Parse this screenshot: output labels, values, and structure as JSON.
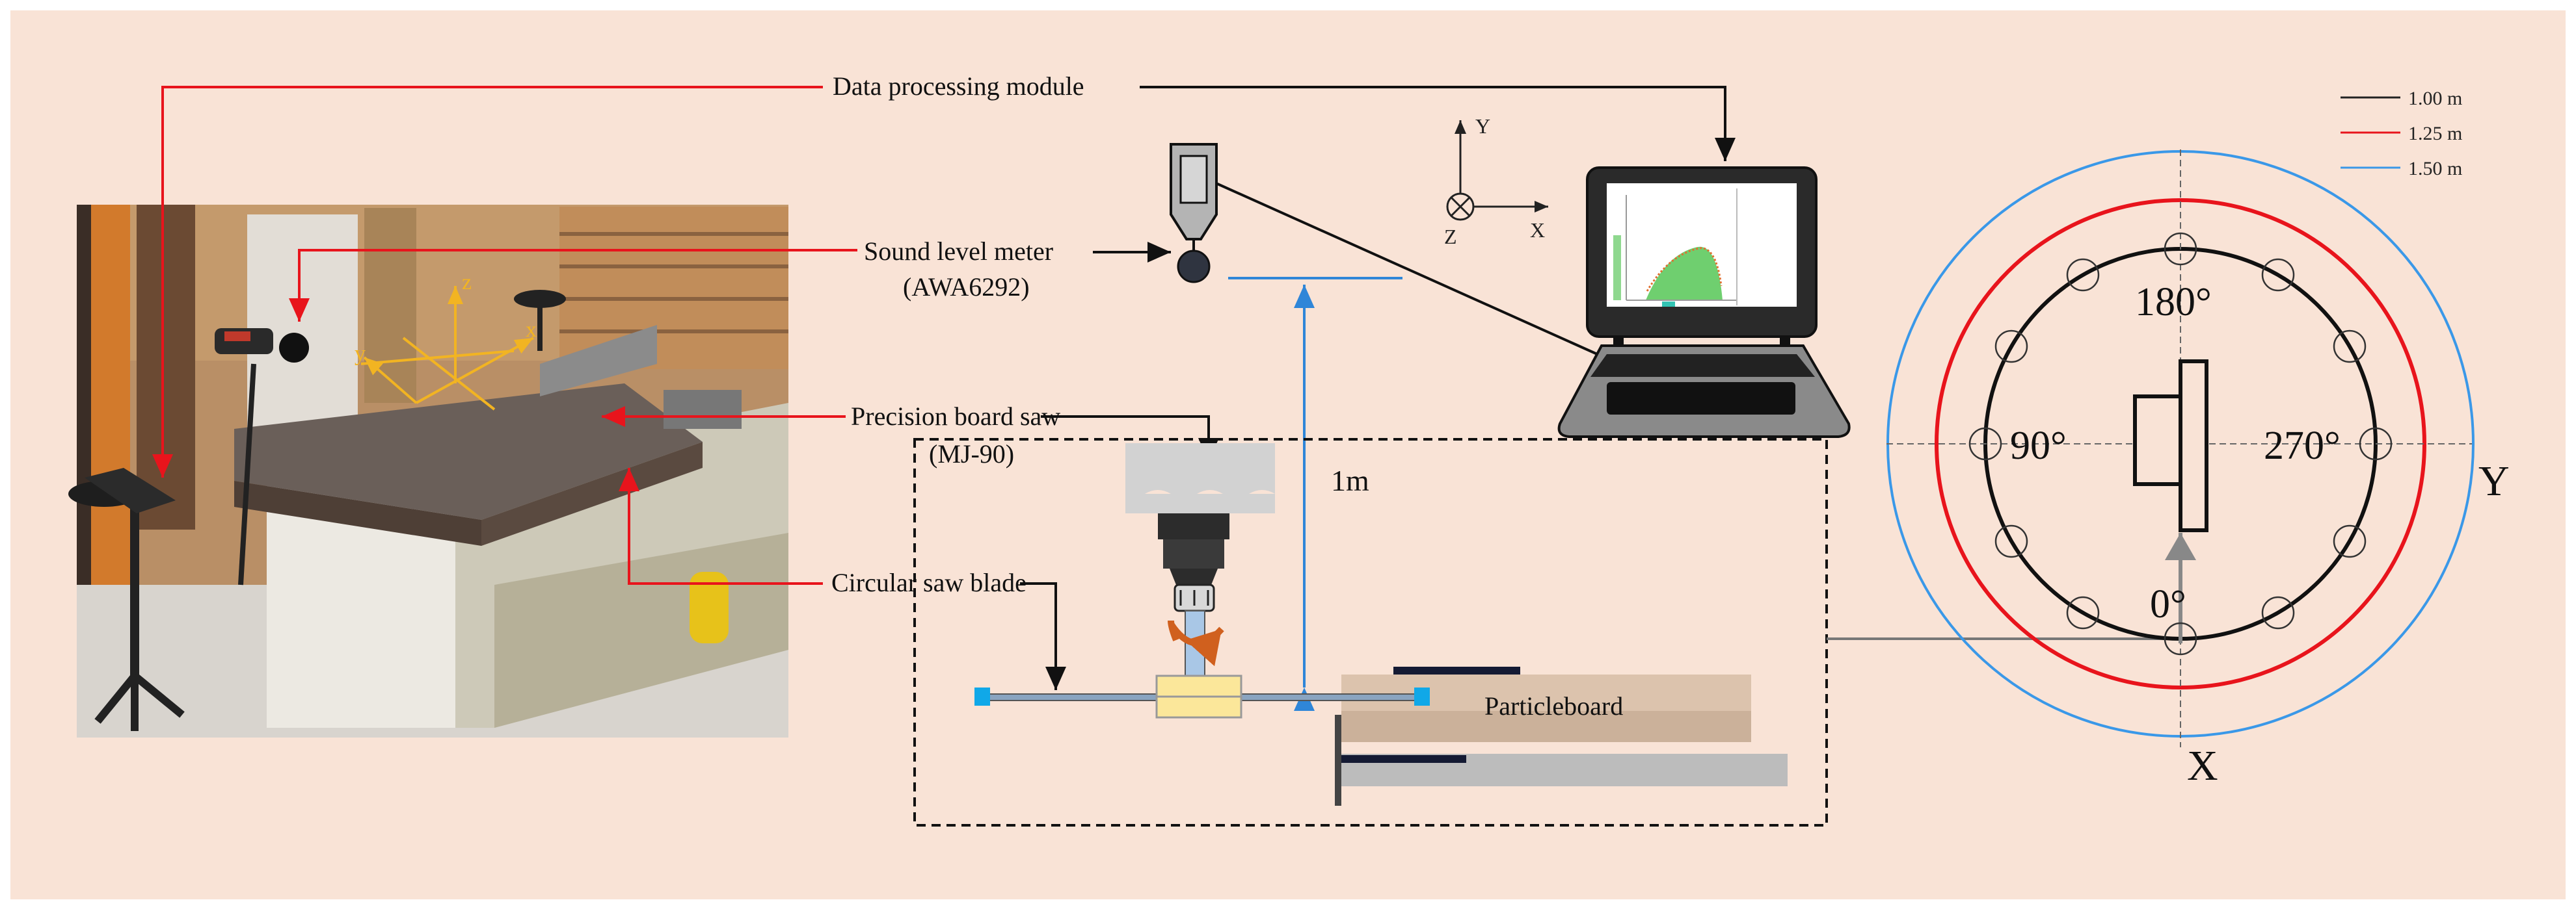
{
  "labels": {
    "data_processing": "Data processing module",
    "sound_meter_line1": "Sound level meter",
    "sound_meter_line2": "(AWA6292)",
    "board_saw_line1": "Precision board saw",
    "board_saw_line2": "(MJ-90)",
    "saw_blade": "Circular saw blade",
    "distance": "1m",
    "particleboard": "Particleboard"
  },
  "axes_small": {
    "x": "X",
    "y": "Y",
    "z": "Z"
  },
  "photo_axes": {
    "x": "x",
    "y": "y",
    "z": "z"
  },
  "legend": [
    {
      "label": "1.00 m",
      "color": "#222222"
    },
    {
      "label": "1.25 m",
      "color": "#e8141c"
    },
    {
      "label": "1.50 m",
      "color": "#3a98e8"
    }
  ],
  "angles": {
    "a180": "180°",
    "a90": "90°",
    "a270": "270°",
    "a0": "0°"
  },
  "axis_big": {
    "x": "X",
    "y": "Y"
  },
  "colors": {
    "background": "#f9e3d6",
    "red_line": "#e8141c",
    "blue": "#2f86d8",
    "circle_red": "#e8141c",
    "circle_blue": "#3a98e8",
    "axis_yellow": "#f2b422"
  }
}
